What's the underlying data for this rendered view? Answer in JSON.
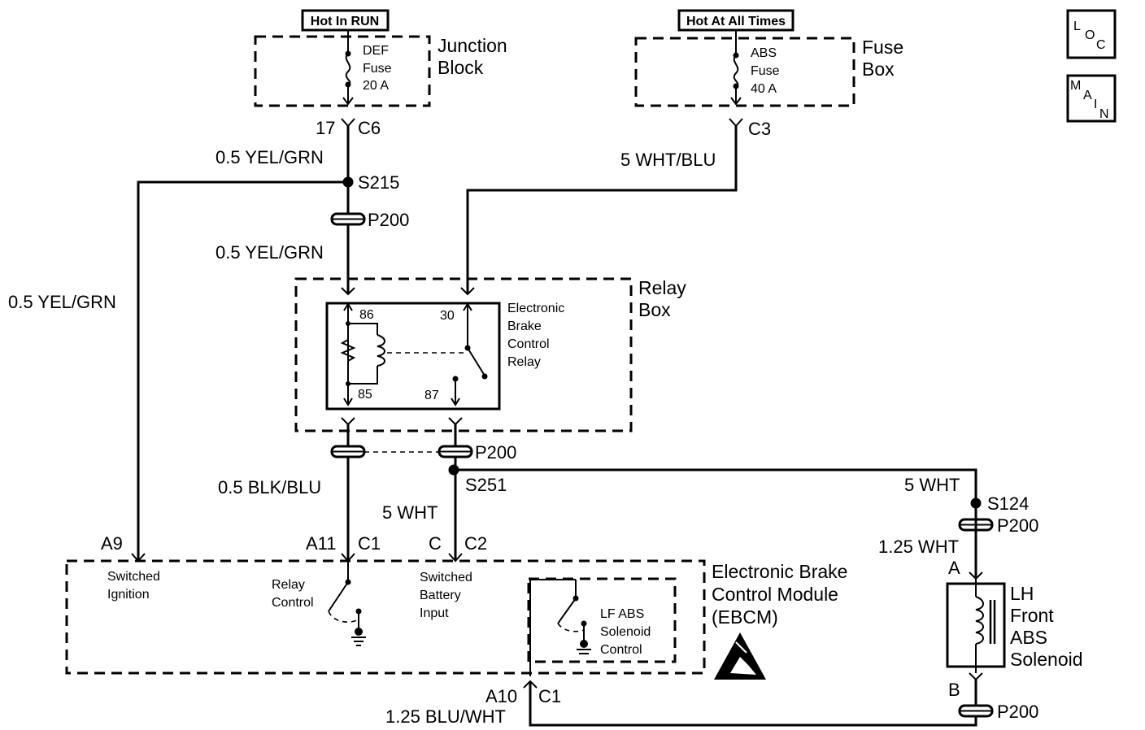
{
  "tags": {
    "hot_in_run": "Hot In RUN",
    "hot_at_all_times": "Hot At All Times"
  },
  "buttons": {
    "loc": {
      "l1": "L",
      "l2": "O",
      "l3": "C"
    },
    "main": {
      "l1": "M",
      "l2": "A",
      "l3": "I",
      "l4": "N"
    }
  },
  "components": {
    "junction_block": {
      "line1": "Junction",
      "line2": "Block"
    },
    "fuse_box": {
      "line1": "Fuse",
      "line2": "Box"
    },
    "relay_box": {
      "line1": "Relay",
      "line2": "Box"
    },
    "def_fuse": {
      "line1": "DEF",
      "line2": "Fuse",
      "line3": "20 A"
    },
    "abs_fuse": {
      "line1": "ABS",
      "line2": "Fuse",
      "line3": "40 A"
    },
    "relay": {
      "line1": "Electronic",
      "line2": "Brake",
      "line3": "Control",
      "line4": "Relay",
      "pin86": "86",
      "pin85": "85",
      "pin30": "30",
      "pin87": "87"
    },
    "ebcm": {
      "line1": "Electronic Brake",
      "line2": "Control Module",
      "line3": "(EBCM)"
    },
    "solenoid": {
      "line1": "LH",
      "line2": "Front",
      "line3": "ABS",
      "line4": "Solenoid"
    }
  },
  "ebcm_labels": {
    "switched_ignition": {
      "line1": "Switched",
      "line2": "Ignition"
    },
    "relay_control": {
      "line1": "Relay",
      "line2": "Control"
    },
    "switched_battery": {
      "line1": "Switched",
      "line2": "Battery",
      "line3": "Input"
    },
    "lf_abs": {
      "line1": "LF ABS",
      "line2": "Solenoid",
      "line3": "Control"
    }
  },
  "connectors": {
    "c6_pin": "17",
    "c6": "C6",
    "c3": "C3",
    "a9": "A9",
    "a11": "A11",
    "c1_top": "C1",
    "c_pin": "C",
    "c2": "C2",
    "a10": "A10",
    "c1_bottom": "C1",
    "pin_a": "A",
    "pin_b": "B"
  },
  "splices": {
    "s215": "S215",
    "s251": "S251",
    "s124": "S124"
  },
  "grounds": {
    "p200_1": "P200",
    "p200_2": "P200",
    "p200_3": "P200",
    "p200_4": "P200"
  },
  "wires": {
    "yel_grn_1": "0.5 YEL/GRN",
    "yel_grn_2": "0.5 YEL/GRN",
    "yel_grn_3": "0.5 YEL/GRN",
    "wht_blu": "5 WHT/BLU",
    "blk_blu": "0.5 BLK/BLU",
    "wht_1": "5 WHT",
    "wht_2": "5 WHT",
    "wht_125": "1.25 WHT",
    "blu_wht": "1.25 BLU/WHT"
  }
}
